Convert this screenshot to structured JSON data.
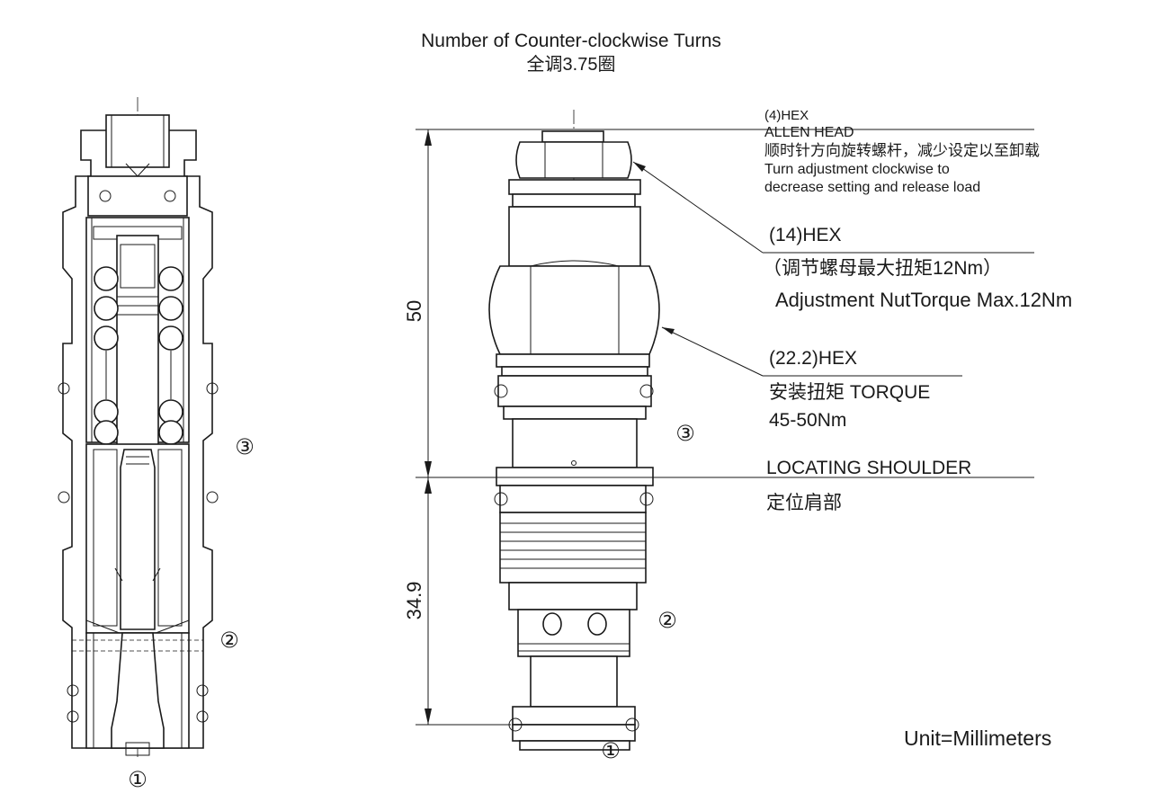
{
  "title": {
    "line1": "Number of Counter-clockwise Turns",
    "line2": "全调3.75圈"
  },
  "callouts": {
    "hex4": {
      "size": "(4)HEX",
      "type": "ALLEN HEAD",
      "note_cn": "顺时针方向旋转螺杆，减少设定以至卸载",
      "note_en1": "Turn adjustment clockwise to",
      "note_en2": "decrease setting and release load"
    },
    "hex14": {
      "size": "(14)HEX",
      "note_cn": "（调节螺母最大扭矩12Nm）",
      "note_en": "Adjustment NutTorque Max.12Nm"
    },
    "hex22": {
      "size": "(22.2)HEX",
      "torque_label": "安装扭矩 TORQUE",
      "torque_value": "45-50Nm"
    },
    "shoulder": {
      "label_en": "LOCATING SHOULDER",
      "label_cn": "定位肩部"
    }
  },
  "dimensions": {
    "upper": "50",
    "lower": "34.9"
  },
  "ports": {
    "port1": "①",
    "port2": "②",
    "port3": "③"
  },
  "unit_note": "Unit=Millimeters"
}
